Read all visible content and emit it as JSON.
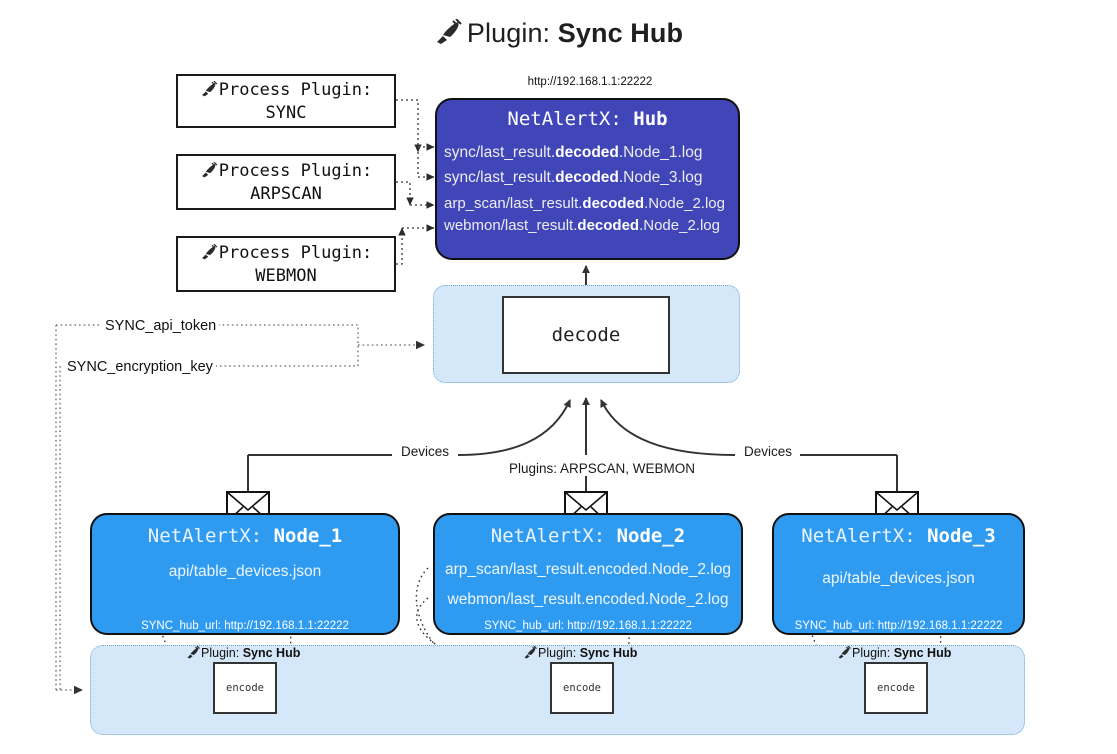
{
  "title": {
    "icon": "plug-icon",
    "prefix": "Plugin: ",
    "name": "Sync Hub"
  },
  "hub": {
    "url": "http://192.168.1.1:22222",
    "title_prefix": "NetAlertX: ",
    "title_name": "Hub",
    "files": [
      {
        "pre": "sync/last_result.",
        "bold": "decoded",
        "post": ".Node_1.log"
      },
      {
        "pre": "sync/last_result.",
        "bold": "decoded",
        "post": ".Node_3.log"
      },
      {
        "pre": "arp_scan/last_result.",
        "bold": "decoded",
        "post": ".Node_2.log"
      },
      {
        "pre": "webmon/last_result.",
        "bold": "decoded",
        "post": ".Node_2.log"
      }
    ],
    "color": "#4046b8"
  },
  "process_plugins": [
    {
      "line1": "Process Plugin:",
      "line2": "SYNC",
      "icon": "plug-icon"
    },
    {
      "line1": "Process Plugin:",
      "line2": "ARPSCAN",
      "icon": "plug-icon"
    },
    {
      "line1": "Process Plugin:",
      "line2": "WEBMON",
      "icon": "plug-icon"
    }
  ],
  "keys": {
    "api_token": "SYNC_api_token",
    "encryption_key": "SYNC_encryption_key"
  },
  "decode": {
    "label": "decode",
    "group_color": "#d5e8f9"
  },
  "edge_labels": {
    "devices_left": "Devices",
    "devices_right": "Devices",
    "plugins_center": "Plugins: ARPSCAN, WEBMON"
  },
  "nodes": [
    {
      "title_prefix": "NetAlertX: ",
      "title_name": "Node_1",
      "files": [
        "api/table_devices.json"
      ],
      "hub_url": "SYNC_hub_url: http://192.168.1.1:22222",
      "color": "#2f9bf0",
      "envelope": "envelope-icon"
    },
    {
      "title_prefix": "NetAlertX: ",
      "title_name": "Node_2",
      "files": [
        "arp_scan/last_result.encoded.Node_2.log",
        "webmon/last_result.encoded.Node_2.log"
      ],
      "hub_url": "SYNC_hub_url: http://192.168.1.1:22222",
      "color": "#2f9bf0",
      "envelope": "envelope-icon"
    },
    {
      "title_prefix": "NetAlertX: ",
      "title_name": "Node_3",
      "files": [
        "api/table_devices.json"
      ],
      "hub_url": "SYNC_hub_url: http://192.168.1.1:22222",
      "color": "#2f9bf0",
      "envelope": "envelope-icon"
    }
  ],
  "encoders": [
    {
      "caption_prefix": "Plugin: ",
      "caption_name": "Sync Hub",
      "label": "encode",
      "icon": "plug-icon"
    },
    {
      "caption_prefix": "Plugin: ",
      "caption_name": "Sync Hub",
      "label": "encode",
      "icon": "plug-icon"
    },
    {
      "caption_prefix": "Plugin: ",
      "caption_name": "Sync Hub",
      "label": "encode",
      "icon": "plug-icon"
    }
  ]
}
